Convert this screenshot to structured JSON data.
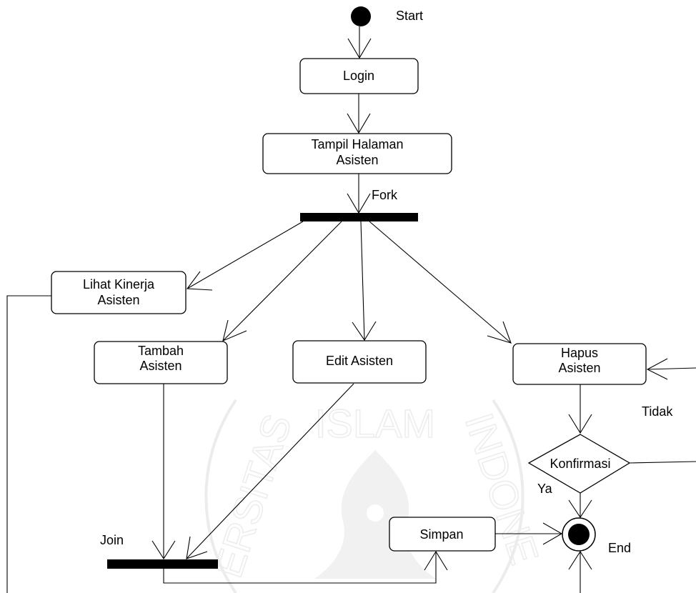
{
  "watermark": {
    "top_text": "ISLAM",
    "left_text": "ERSITAS",
    "right_text": "INDONE"
  },
  "nodes": {
    "start": {
      "label": "Start"
    },
    "login": {
      "label": "Login"
    },
    "tampil": {
      "line1": "Tampil Halaman",
      "line2": "Asisten"
    },
    "fork": {
      "label": "Fork"
    },
    "lihat": {
      "line1": "Lihat Kinerja",
      "line2": "Asisten"
    },
    "tambah": {
      "line1": "Tambah",
      "line2": "Asisten"
    },
    "edit": {
      "label": "Edit Asisten"
    },
    "hapus": {
      "line1": "Hapus",
      "line2": "Asisten"
    },
    "konfirmasi": {
      "label": "Konfirmasi"
    },
    "join": {
      "label": "Join"
    },
    "simpan": {
      "label": "Simpan"
    },
    "end": {
      "label": "End"
    }
  },
  "guards": {
    "tidak": "Tidak",
    "ya": "Ya"
  }
}
